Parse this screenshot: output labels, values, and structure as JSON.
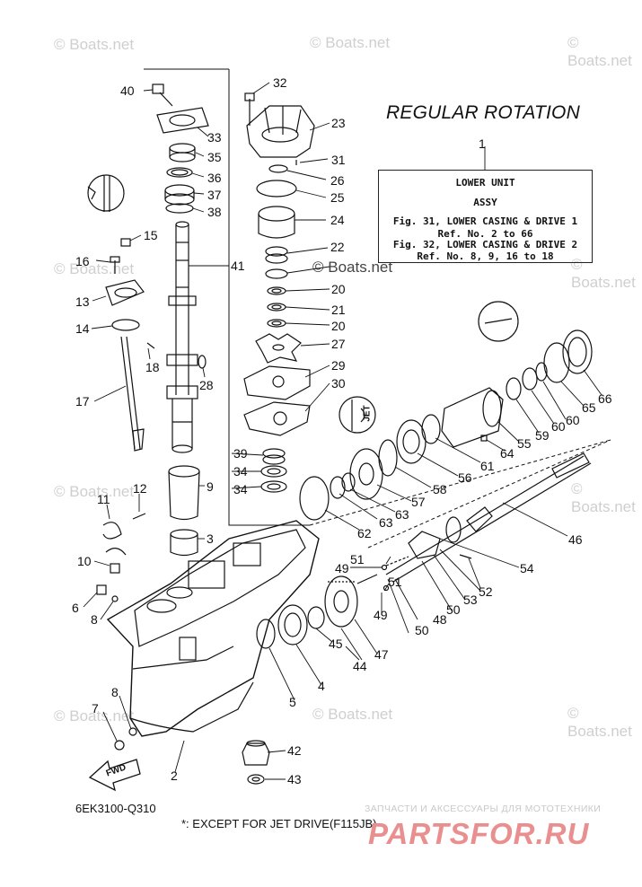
{
  "diagram": {
    "title": "REGULAR ROTATION",
    "ref_number": "1",
    "legend": {
      "line1": "LOWER UNIT",
      "line2": "ASSY",
      "line3": "Fig. 31, LOWER CASING & DRIVE 1",
      "line4": "Ref. No. 2 to 66",
      "line5": "Fig. 32, LOWER CASING & DRIVE 2",
      "line6": "Ref. No. 8, 9, 16 to 18"
    },
    "watermark": "© Boats.net",
    "callouts": [
      "40",
      "32",
      "33",
      "23",
      "35",
      "36",
      "37",
      "38",
      "31",
      "26",
      "25",
      "24",
      "22",
      "15",
      "16",
      "41",
      "20",
      "13",
      "21",
      "20",
      "14",
      "27",
      "18",
      "29",
      "28",
      "30",
      "17",
      "39",
      "34",
      "9",
      "34",
      "11",
      "12",
      "3",
      "10",
      "6",
      "8",
      "7",
      "8",
      "2",
      "42",
      "43",
      "5",
      "4",
      "45",
      "44",
      "47",
      "49",
      "51",
      "51",
      "49",
      "48",
      "50",
      "50",
      "53",
      "52",
      "54",
      "46",
      "62",
      "63",
      "63",
      "57",
      "58",
      "56",
      "61",
      "64",
      "55",
      "59",
      "60",
      "60",
      "65",
      "66"
    ],
    "jet_label": "JET",
    "fwd_label": "FWD",
    "drawing_code": "6EK3100-Q310",
    "footnote": "*: EXCEPT FOR JET DRIVE(F115JB)",
    "brand_tagline": "ЗАПЧАСТИ И АКСЕССУАРЫ ДЛЯ МОТОТЕХНИКИ",
    "brand_name": "PARTSFOR.RU"
  },
  "colors": {
    "ink": "#111111",
    "watermark": "#cfcfcf",
    "brand": "#ea8f8f"
  }
}
